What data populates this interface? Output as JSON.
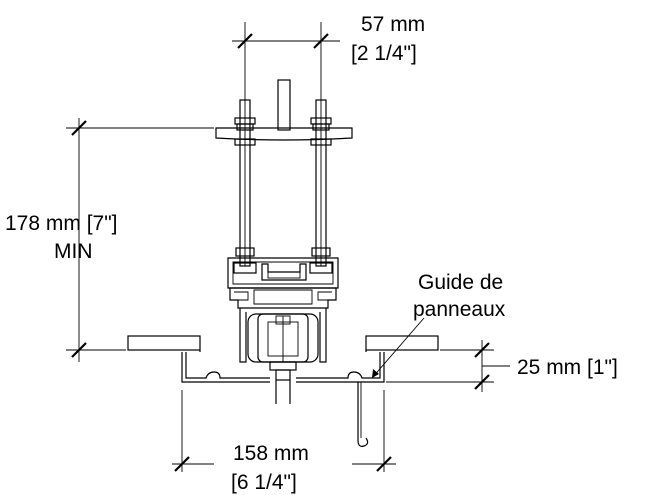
{
  "dimensions": {
    "bolt_spacing_mm": "57 mm",
    "bolt_spacing_in": "[2 1/4\"]",
    "height_line1": "178 mm [7\"]",
    "height_line2": "MIN",
    "panel_gap": "25 mm [1\"]",
    "width_mm": "158 mm",
    "width_in": "[6 1/4\"]"
  },
  "callout": {
    "line1": "Guide de",
    "line2": "panneaux"
  }
}
